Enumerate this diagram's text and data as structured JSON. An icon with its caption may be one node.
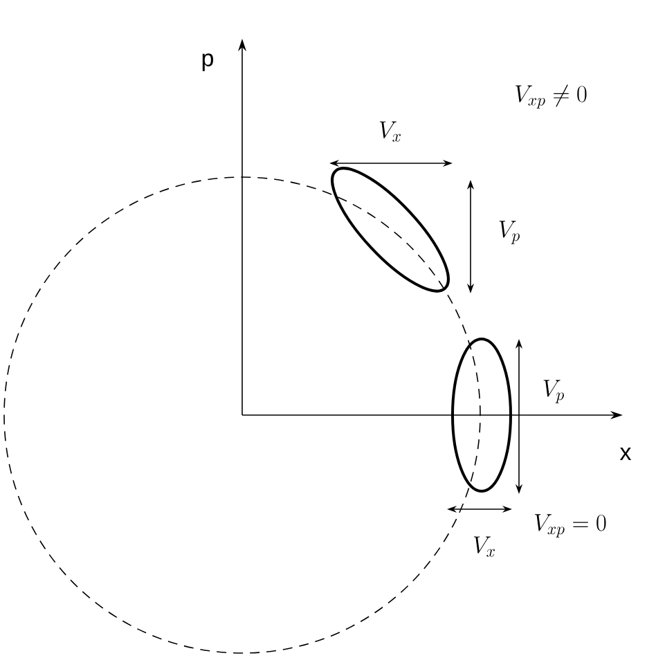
{
  "diagram": {
    "nodes": [
      {
        "text": [],
        "shape": "ellipse"
      },
      {
        "text": [],
        "shape": "ellipse"
      }
    ],
    "labels": [
      "p",
      "V_{xp} \\neq 0",
      "V_x",
      "V_p",
      "V_p",
      "x",
      "V_{xp} = 0",
      "V_x"
    ]
  }
}
